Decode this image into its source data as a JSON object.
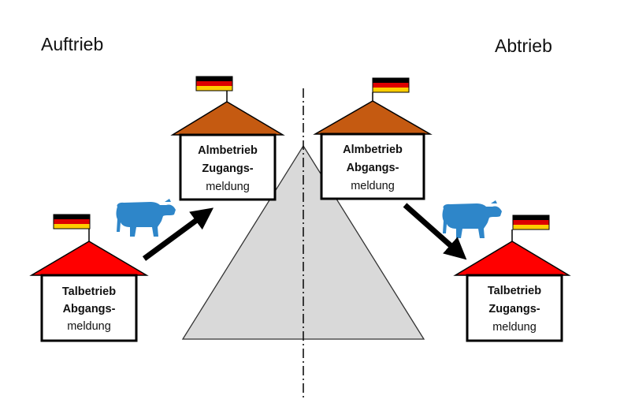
{
  "headings": {
    "left": "Auftrieb",
    "right": "Abtrieb"
  },
  "houses": [
    {
      "id": "tal-left",
      "line1": "Talbetrieb",
      "line2": "Abgangs-",
      "line3": "meldung",
      "roof_color": "#ff0000"
    },
    {
      "id": "alm-left",
      "line1": "Almbetrieb",
      "line2": "Zugangs-",
      "line3": "meldung",
      "roof_color": "#c55a11"
    },
    {
      "id": "alm-right",
      "line1": "Almbetrieb",
      "line2": "Abgangs-",
      "line3": "meldung",
      "roof_color": "#c55a11"
    },
    {
      "id": "tal-right",
      "line1": "Talbetrieb",
      "line2": "Zugangs-",
      "line3": "meldung",
      "roof_color": "#ff0000"
    }
  ],
  "colors": {
    "mountain": "#d9d9d9",
    "cow": "#2e86c9",
    "flag_black": "#000000",
    "flag_red": "#dd0000",
    "flag_gold": "#ffce00",
    "arrow": "#000000"
  },
  "icons": [
    "cow-icon",
    "flag-icon",
    "arrow-icon",
    "mountain"
  ]
}
